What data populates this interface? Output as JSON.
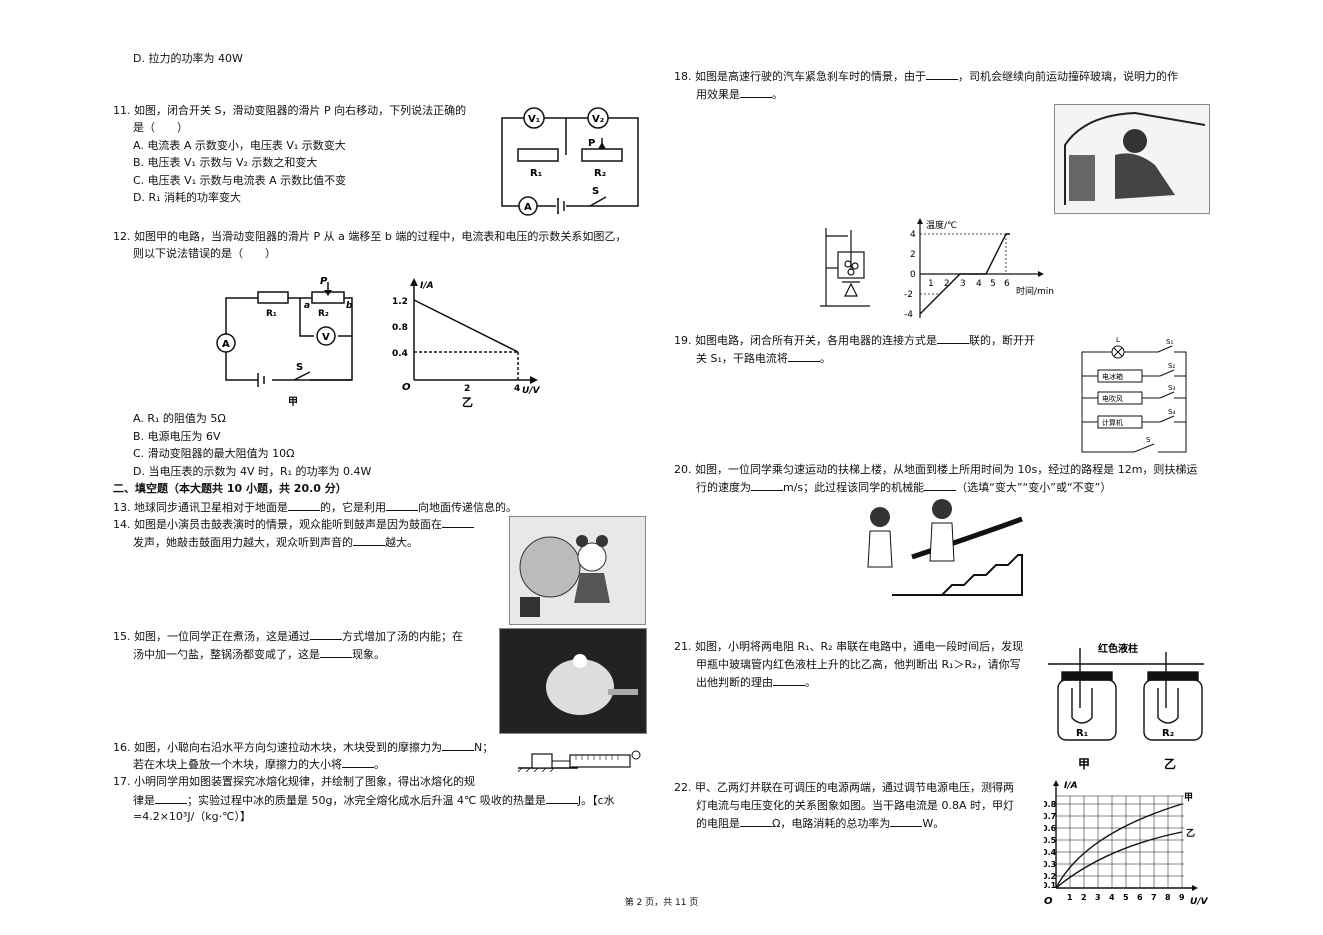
{
  "q10": {
    "option_d": "D. 拉力的功率为 40W"
  },
  "q11": {
    "stem_line1": "11. 如图，闭合开关 S，滑动变阻器的滑片 P 向右移动，下列说法正确的",
    "stem_line2": "是（　　）",
    "options": [
      "A. 电流表 A 示数变小，电压表 V₁ 示数变大",
      "B. 电压表 V₁ 示数与 V₂ 示数之和变大",
      "C. 电压表 V₁ 示数与电流表 A 示数比值不变",
      "D. R₁ 消耗的功率变大"
    ],
    "circuit": {
      "v1": "V₁",
      "v2": "V₂",
      "r1": "R₁",
      "r2": "R₂",
      "p": "P",
      "a": "A",
      "s": "S"
    }
  },
  "q12": {
    "stem_line1": "12. 如图甲的电路，当滑动变阻器的滑片 P 从 a 端移至 b 端的过程中，电流表和电压的示数关系如图乙，",
    "stem_line2": "则以下说法错误的是（　　）",
    "options": [
      "A. R₁ 的阻值为 5Ω",
      "B. 电源电压为 6V",
      "C. 滑动变阻器的最大阻值为 10Ω",
      "D. 当电压表的示数为 4V 时，R₁ 的功率为 0.4W"
    ],
    "circuit": {
      "p": "P",
      "r1": "R₁",
      "r2": "R₂",
      "a_end": "a",
      "b_end": "b",
      "a": "A",
      "v": "V",
      "s": "S",
      "caption": "甲"
    },
    "graph": {
      "ylabel": "I/A",
      "xlabel": "U/V",
      "origin": "O",
      "yticks": [
        "1.2",
        "0.8",
        "0.4"
      ],
      "xticks": [
        "2",
        "4"
      ],
      "caption": "乙"
    }
  },
  "section2": {
    "title": "二、填空题（本大题共 10 小题，共 20.0 分）"
  },
  "q13": {
    "text_a": "13. 地球同步通讯卫星相对于地面是",
    "text_b": "的，它是利用",
    "text_c": "向地面传递信息的。"
  },
  "q14": {
    "line1_a": "14. 如图是小演员击鼓表演时的情景，观众能听到鼓声是因为鼓面在",
    "line2_a": "发声，她敲击鼓面用力越大，观众听到声音的",
    "line2_b": "越大。"
  },
  "q15": {
    "line1_a": "15. 如图，一位同学正在煮汤，这是通过",
    "line1_b": "方式增加了汤的内能；在",
    "line2_a": "汤中加一勺盐，整锅汤都变咸了，这是",
    "line2_b": "现象。"
  },
  "q16": {
    "line1_a": "16. 如图，小聪向右沿水平方向匀速拉动木块，木块受到的摩擦力为",
    "line1_b": "N；",
    "line2_a": "若在木块上叠放一个木块，摩擦力的大小将",
    "line2_b": "。"
  },
  "q17": {
    "line1": "17. 小明同学用如图装置探究冰熔化规律，并绘制了图象，得出冰熔化的规",
    "line2_a": "律是",
    "line2_b": "；实验过程中冰的质量是 50g，冰完全熔化成水后升温 4℃ 吸收的热量是",
    "line2_c": "J。【c水",
    "line3": "=4.2×10³J/（kg·℃）】"
  },
  "q18": {
    "line1_a": "18. 如图是高速行驶的汽车紧急刹车时的情景，由于",
    "line1_b": "，司机会继续向前运动撞碎玻璃，说明力的作",
    "line2_a": "用效果是",
    "line2_b": "。"
  },
  "melt_graph": {
    "ylabel": "温度/℃",
    "xlabel": "时间/min",
    "yticks": [
      "4",
      "2",
      "0",
      "-2",
      "-4"
    ],
    "xticks": [
      "1",
      "2",
      "3",
      "4",
      "5",
      "6"
    ]
  },
  "q19": {
    "line1_a": "19. 如图电路，闭合所有开关，各用电器的连接方式是",
    "line1_b": "联的，断开开",
    "line2_a": "关 S₁，干路电流将",
    "line2_b": "。",
    "circuit": {
      "l": "L",
      "s1": "S₁",
      "s2": "S₂",
      "s3": "S₃",
      "s4": "S₄",
      "s": "S",
      "dev1": "电冰箱",
      "dev2": "电吹风",
      "dev3": "计算机"
    }
  },
  "q20": {
    "line1": "20. 如图，一位同学乘匀速运动的扶梯上楼，从地面到楼上所用时间为 10s，经过的路程是 12m，则扶梯运",
    "line2_a": "行的速度为",
    "line2_b": "m/s；此过程该同学的机械能",
    "line2_c": "（选填“变大”“变小”或“不变”）"
  },
  "q21": {
    "line1": "21. 如图，小明将两电阻 R₁、R₂ 串联在电路中，通电一段时间后，发现",
    "line2": "甲瓶中玻璃管内红色液柱上升的比乙高，他判断出 R₁＞R₂，请你写",
    "line3_a": "出他判断的理由",
    "line3_b": "。",
    "figure": {
      "label": "红色液柱",
      "r1": "R₁",
      "r2": "R₂",
      "left": "甲",
      "right": "乙"
    }
  },
  "q22": {
    "line1": "22. 甲、乙两灯并联在可调压的电源两端，通过调节电源电压，测得两",
    "line2": "灯电流与电压变化的关系图象如图。当干路电流是 0.8A 时，甲灯",
    "line3_a": "的电阻是",
    "line3_b": "Ω，电路消耗的总功率为",
    "line3_c": "W。",
    "graph": {
      "ylabel": "I/A",
      "xlabel": "U/V",
      "origin": "O",
      "yticks": [
        "0.8",
        "0.7",
        "0.6",
        "0.5",
        "0.4",
        "0.3",
        "0.2",
        "0.1"
      ],
      "xticks": [
        "1",
        "2",
        "3",
        "4",
        "5",
        "6",
        "7",
        "8",
        "9"
      ],
      "series1": "甲",
      "series2": "乙"
    }
  },
  "footer": "第 2 页，共 11 页"
}
